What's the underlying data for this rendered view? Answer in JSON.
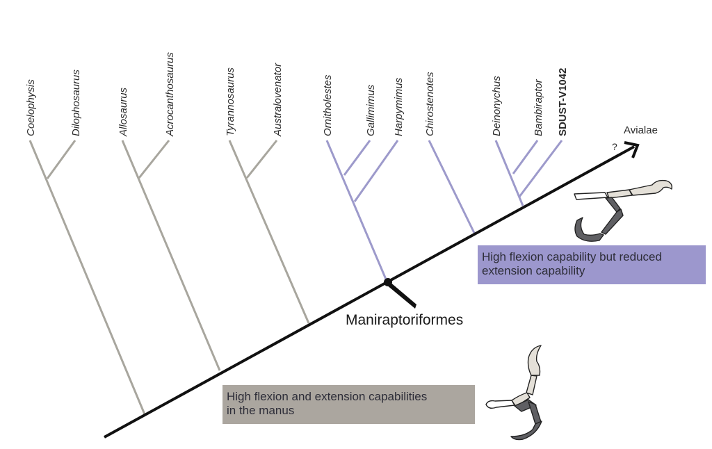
{
  "tree": {
    "root_clade": "Avialae",
    "uncertainty_mark": "?",
    "node_label": "Maniraptoriformes",
    "colors": {
      "stem": "#111111",
      "non_maniraptoriform": "#a8a69e",
      "maniraptoriform": "#9d9acb",
      "node_dot": "#111111"
    },
    "taxa": [
      {
        "name": "Coelophysis",
        "group": "non_maniraptoriform",
        "bold": false
      },
      {
        "name": "Dilophosaurus",
        "group": "non_maniraptoriform",
        "bold": false
      },
      {
        "name": "Allosaurus",
        "group": "non_maniraptoriform",
        "bold": false
      },
      {
        "name": "Acrocanthosaurus",
        "group": "non_maniraptoriform",
        "bold": false
      },
      {
        "name": "Tyrannosaurus",
        "group": "non_maniraptoriform",
        "bold": false
      },
      {
        "name": "Australovenator",
        "group": "non_maniraptoriform",
        "bold": false
      },
      {
        "name": "Ornitholestes",
        "group": "maniraptoriform",
        "bold": false
      },
      {
        "name": "Gallimimus",
        "group": "maniraptoriform",
        "bold": false
      },
      {
        "name": "Harpymimus",
        "group": "maniraptoriform",
        "bold": false
      },
      {
        "name": "Chirostenotes",
        "group": "maniraptoriform",
        "bold": false
      },
      {
        "name": "Deinonychus",
        "group": "maniraptoriform",
        "bold": false
      },
      {
        "name": "Bambiraptor",
        "group": "maniraptoriform",
        "bold": false
      },
      {
        "name": "SDUST-V1042",
        "group": "maniraptoriform",
        "bold": true
      }
    ],
    "topology": "((Coelophysis,Dilophosaurus),((Allosaurus,Acrocanthosaurus),((Tyrannosaurus,Australovenator),(((Ornitholestes,Gallimimus),Harpymimus),(Chirostenotes,((Deinonychus,Bambiraptor),SDUST-V1042))))))"
  },
  "annotations": {
    "basal": {
      "line1": "High flexion and extension capabilities",
      "line2": "in the manus",
      "color": "#aba69f"
    },
    "derived": {
      "line1": "High flexion capability but reduced",
      "line2": "extension capability",
      "color": "#9c97cd"
    }
  },
  "illustrations": {
    "basal_manus": "manus-flexion-extension-icon",
    "derived_manus": "manus-reduced-extension-icon",
    "bone_light": "#e4e0d8",
    "bone_dark": "#5f5f63"
  }
}
